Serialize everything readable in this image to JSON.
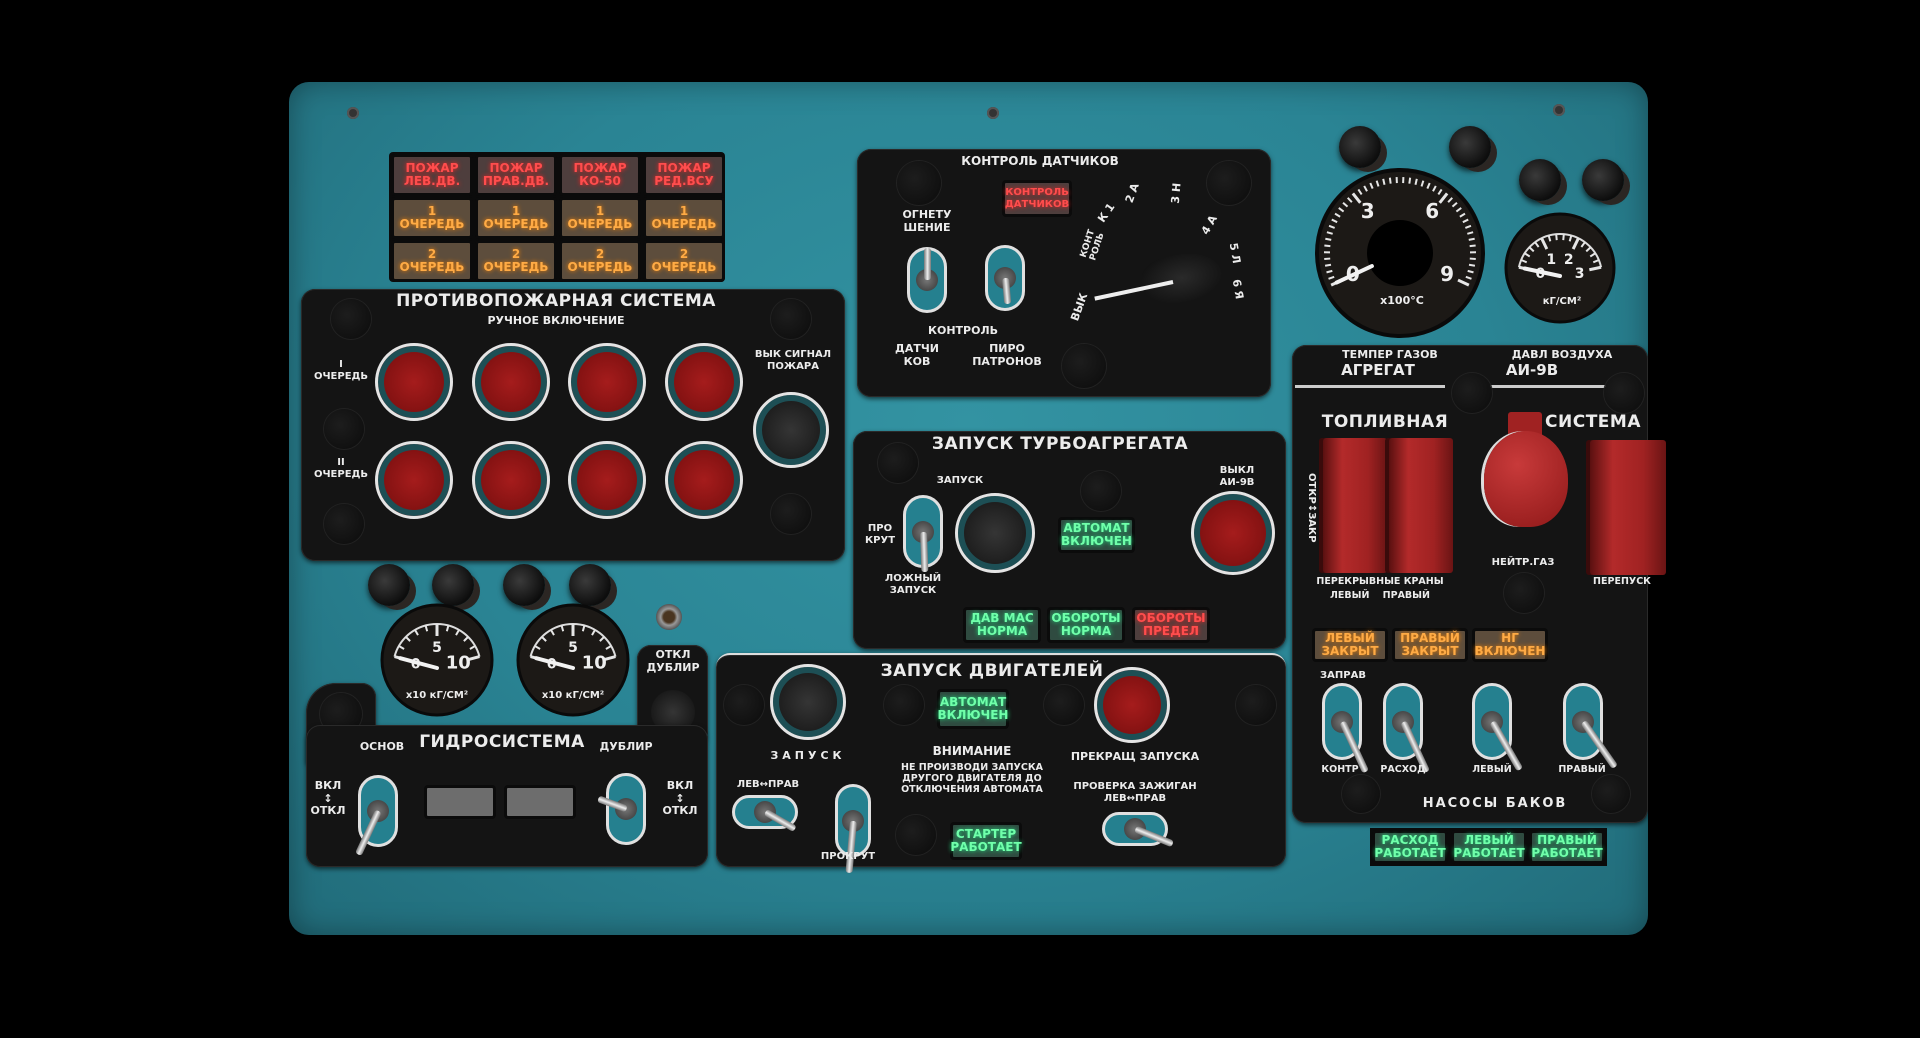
{
  "annunciators": {
    "rows": [
      [
        "ПОЖАР\nЛЕВ.ДВ.",
        "ПОЖАР\nПРАВ.ДВ.",
        "ПОЖАР\nКО-50",
        "ПОЖАР\nРЕД.ВСУ"
      ],
      [
        "1\nОЧЕРЕДЬ",
        "1\nОЧЕРЕДЬ",
        "1\nОЧЕРЕДЬ",
        "1\nОЧЕРЕДЬ"
      ],
      [
        "2\nОЧЕРЕДЬ",
        "2\nОЧЕРЕДЬ",
        "2\nОЧЕРЕДЬ",
        "2\nОЧЕРЕДЬ"
      ]
    ]
  },
  "fire_system": {
    "title": "ПРОТИВОПОЖАРНАЯ СИСТЕМА",
    "subtitle": "РУЧНОЕ ВКЛЮЧЕНИЕ",
    "queue1_label": "I\nОЧЕРЕДЬ",
    "queue2_label": "II\nОЧЕРЕДЬ",
    "alarm_off_label": "ВЫК СИГНАЛ\nПОЖАРА"
  },
  "gauges": {
    "gas_temp": {
      "labels": [
        "0",
        "3",
        "6",
        "9"
      ],
      "unit": "x100°C",
      "min": 0,
      "max": 9,
      "value": 0
    },
    "air_pressure": {
      "labels": [
        "0",
        "1",
        "2",
        "3"
      ],
      "unit": "кГ/СМ²",
      "min": 0,
      "max": 3,
      "value": 0
    },
    "hydro_main": {
      "labels": [
        "0",
        "5",
        "10"
      ],
      "unit": "x10 кГ/СМ²",
      "min": 0,
      "max": 10,
      "value": 0
    },
    "hydro_backup": {
      "labels": [
        "0",
        "5",
        "10"
      ],
      "unit": "x10 кГ/СМ²",
      "min": 0,
      "max": 10,
      "value": 0
    }
  },
  "hydraulics": {
    "title": "ГИДРОСИСТЕМА",
    "main_label": "ОСНОВ",
    "backup_label": "ДУБЛИР",
    "switch_label": "ВКЛ\n↕\nОТКЛ",
    "backup_off_label": "ОТКЛ\nДУБЛИР"
  },
  "sensor_control": {
    "title": "КОНТРОЛЬ ДАТЧИКОВ",
    "lamp": "КОНТРОЛЬ\nДАТЧИКОВ",
    "extinguish_label": "ОГНЕТУ\nШЕНИЕ",
    "control_label": "КОНТРОЛЬ",
    "sensors_label": "ДАТЧИ\nКОВ",
    "pyro_label": "ПИРО\nПАТРОНОВ",
    "dial": [
      "ВЫК",
      "КОНТ\nРОЛЬ",
      "К 1",
      "2 А",
      "3 Н",
      "4 А",
      "5 Л",
      "6 Я"
    ]
  },
  "apu_start": {
    "title": "ЗАПУСК ТУРБОАГРЕГАТА",
    "start_label": "ЗАПУСК",
    "crank_label": "ПРО\nКРУТ",
    "false_start_label": "ЛОЖНЫЙ\nЗАПУСК",
    "off_label": "ВЫКЛ\nАИ-9В",
    "auto_lamp": "АВТОМАТ\nВКЛЮЧЕН",
    "lamps": [
      {
        "text": "ДАВ МАС\nНОРМА",
        "color": "green"
      },
      {
        "text": "ОБОРОТЫ\nНОРМА",
        "color": "green"
      },
      {
        "text": "ОБОРОТЫ\nПРЕДЕЛ",
        "color": "red"
      }
    ]
  },
  "engine_start": {
    "title": "ЗАПУСК ДВИГАТЕЛЕЙ",
    "start_label": "ЗАПУСК",
    "auto_lamp": "АВТОМАТ\nВКЛЮЧЕН",
    "warning_title": "ВНИМАНИЕ",
    "warning_text": "НЕ ПРОИЗВОДИ ЗАПУСКА\nДРУГОГО ДВИГАТЕЛЯ ДО\nОТКЛЮЧЕНИЯ АВТОМАТА",
    "stop_label": "ПРЕКРАЩ ЗАПУСКА",
    "select_label": "ЛЕВ↔ПРАВ",
    "crank_label": "ПРОКРУТ",
    "ignition_label": "ПРОВЕРКА ЗАЖИГАН\nЛЕВ↔ПРАВ",
    "starter_lamp": "СТАРТЕР\nРАБОТАЕТ"
  },
  "fuel_system": {
    "gas_temp_label": "ТЕМПЕР ГАЗОВ",
    "apu_label": "АГРЕГАТ",
    "air_pressure_label": "ДАВЛ ВОЗДУХА",
    "ai9v_label": "АИ-9В",
    "fuel_label": "ТОПЛИВНАЯ",
    "system_label": "СИСТЕМА",
    "open_close_label": "ОТКР↕ЗАКР",
    "shutoff_label": "ПЕРЕКРЫВНЫЕ КРАНЫ",
    "shutoff_sub": "ЛЕВЫЙ    ПРАВЫЙ",
    "neutral_gas_label": "НЕЙТР.ГАЗ",
    "bypass_label": "ПЕРЕПУСК",
    "amber_lamps": [
      "ЛЕВЫЙ\nЗАКРЫТ",
      "ПРАВЫЙ\nЗАКРЫТ",
      "НГ\nВКЛЮЧЕН"
    ],
    "refuel_label": "ЗАПРАВ",
    "switch_labels": [
      "КОНТР",
      "РАСХОД",
      "ЛЕВЫЙ",
      "ПРАВЫЙ"
    ],
    "pumps_title": "НАСОСЫ БАКОВ",
    "green_lamps": [
      "РАСХОД\nРАБОТАЕТ",
      "ЛЕВЫЙ\nРАБОТАЕТ",
      "ПРАВЫЙ\nРАБОТАЕТ"
    ]
  },
  "colors": {
    "panel": "#2a8494",
    "lamp_red": "#ff4d4d",
    "lamp_amber": "#ffab45",
    "lamp_green": "#70ffaa",
    "guard": "#a02222"
  }
}
